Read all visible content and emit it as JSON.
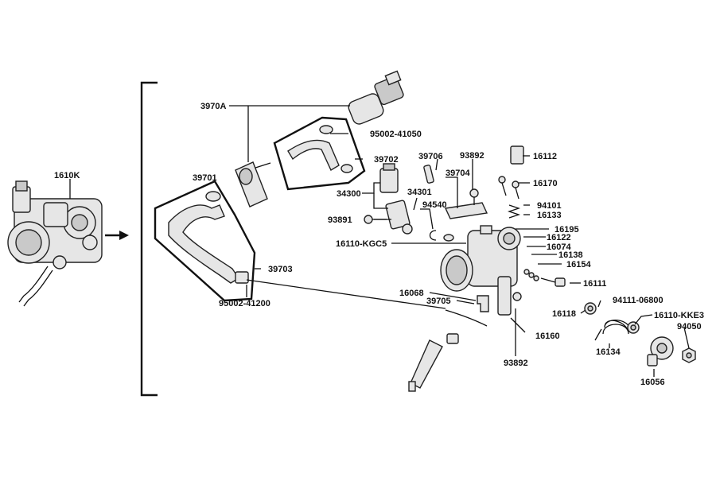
{
  "diagram": {
    "labels": {
      "p1610k": "1610K",
      "p3970a": "3970A",
      "p95002_41050": "95002-41050",
      "p39702": "39702",
      "p39706": "39706",
      "p93892_top": "93892",
      "p16112": "16112",
      "p39701": "39701",
      "p39704": "39704",
      "p16170": "16170",
      "p34300": "34300",
      "p34301": "34301",
      "p94101": "94101",
      "p94540": "94540",
      "p16133": "16133",
      "p93891": "93891",
      "p16195": "16195",
      "p16122": "16122",
      "p16110_kgc5": "16110-KGC5",
      "p16074": "16074",
      "p16138": "16138",
      "p39703": "39703",
      "p16154": "16154",
      "p95002_41200": "95002-41200",
      "p16111": "16111",
      "p16068": "16068",
      "p39705": "39705",
      "p94111_06800": "94111-06800",
      "p16118": "16118",
      "p16110_kke3": "16110-KKE3",
      "p16160": "16160",
      "p94050": "94050",
      "p16134": "16134",
      "p93892_bottom": "93892",
      "p16056": "16056"
    }
  }
}
